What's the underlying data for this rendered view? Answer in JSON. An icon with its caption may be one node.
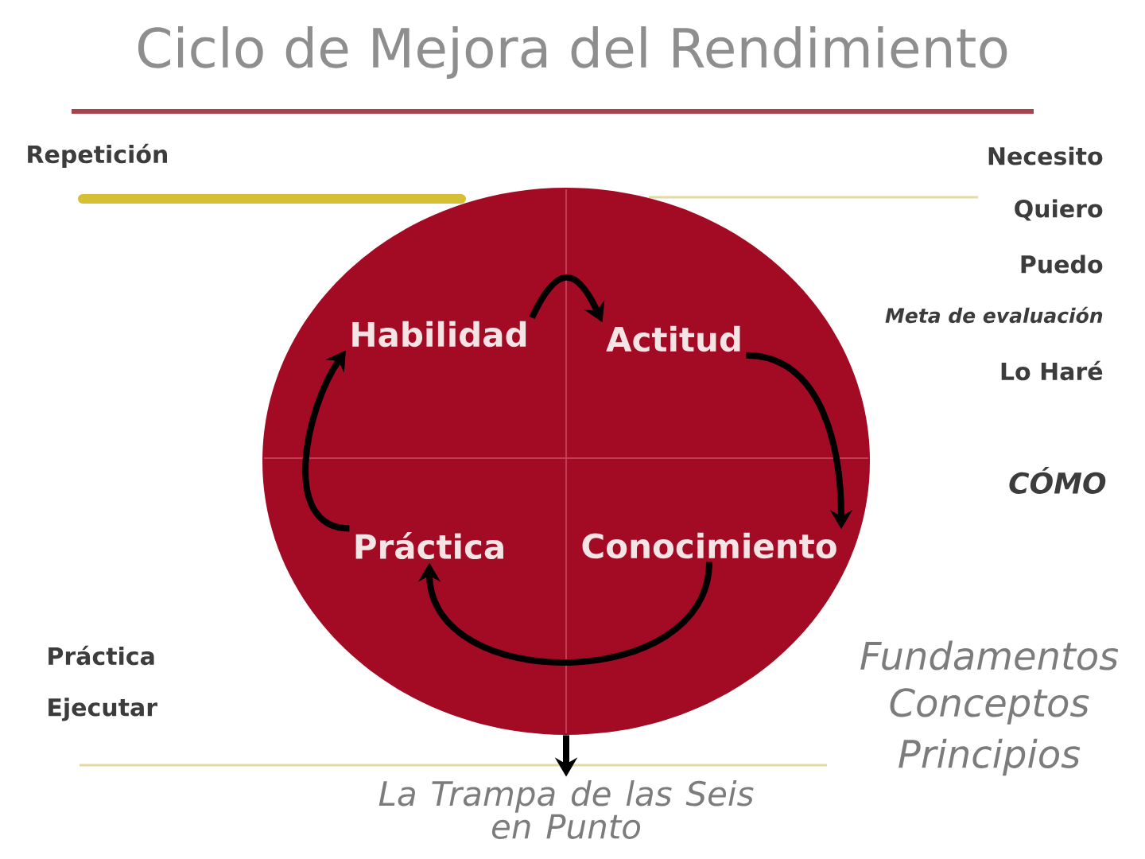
{
  "diagram": {
    "title": "Ciclo de Mejora del Rendimiento",
    "nodes": [
      {
        "text": [],
        "shape": "circle"
      },
      {
        "text": [
          "Habilidad"
        ],
        "in": 0
      },
      {
        "text": [
          "Actitud"
        ],
        "in": 0
      },
      {
        "text": [
          "Práctica"
        ],
        "in": 0
      },
      {
        "text": [
          "Conocimiento"
        ],
        "in": 0
      },
      {
        "text": [
          "La Trampa de las Seis en Punto"
        ]
      }
    ],
    "edges": [
      {
        "from": 1,
        "to": 2,
        "arrow": "to"
      },
      {
        "from": 2,
        "to": 4,
        "arrow": "to"
      },
      {
        "from": 4,
        "to": 3,
        "arrow": "to"
      },
      {
        "from": 3,
        "to": 1,
        "arrow": "to"
      },
      {
        "from": 0,
        "to": 5,
        "arrow": "to"
      }
    ],
    "labels": [
      "Repetición",
      "Necesito",
      "Quiero",
      "Puedo",
      "Meta de evaluación",
      "Lo Haré",
      "CÓMO",
      "Práctica",
      "Fundamentos",
      "Ejecutar",
      "Conceptos",
      "Principios"
    ]
  }
}
